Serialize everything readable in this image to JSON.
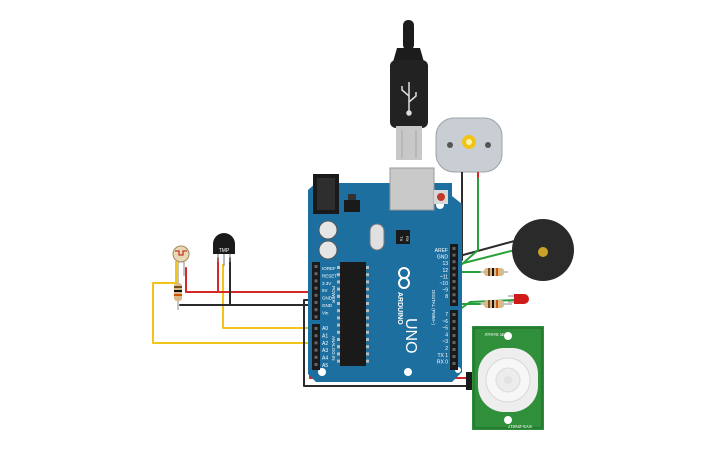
{
  "colors": {
    "board": "#1d6fa0",
    "board_dark": "#155c86",
    "wire_red": "#d62828",
    "wire_black": "#2b2b2b",
    "wire_yellow": "#f2c417",
    "wire_green": "#27a03a",
    "pir_green": "#2f8f3a",
    "led_red": "#d11a1a",
    "buzzer": "#2a2a2a",
    "motor": "#c8ced3"
  },
  "board": {
    "name": "UNO",
    "brand": "ARDUINO",
    "power_label": "POWER",
    "analog_label": "ANALOG IN",
    "digital_label": "DIGITAL (PWM~)",
    "tx_label": "TX",
    "rx_label": "RX",
    "power_pins": [
      "IOREF",
      "RESET",
      "3.3V",
      "5V",
      "GND",
      "GND",
      "Vin"
    ],
    "analog_pins": [
      "A0",
      "A1",
      "A2",
      "A3",
      "A4",
      "A5"
    ],
    "top_pins": [
      "AREF",
      "GND",
      "13",
      "12",
      "~11",
      "~10",
      "~9",
      "8"
    ],
    "bottom_pins": [
      "7",
      "~6",
      "~5",
      "4",
      "~3",
      "2",
      "TX 1",
      "RX 0"
    ]
  },
  "sensor": {
    "label": "TMP"
  },
  "pir": {
    "top_label": "PIR Sensor",
    "bottom_label": "SYS-ZN817"
  }
}
